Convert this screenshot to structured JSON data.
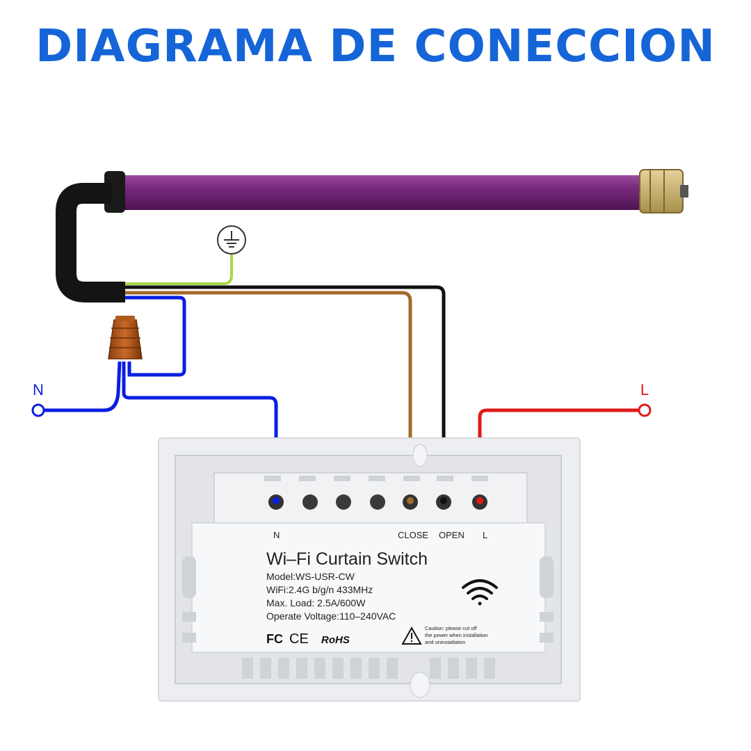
{
  "title": "DIAGRAMA DE CONECCION",
  "colors": {
    "title": "#1565d8",
    "neutral_wire": "#0a1fe0",
    "line_wire": "#e01a1a",
    "close_wire": "#a46a2a",
    "open_wire": "#111111",
    "earth_wire": "#a8d84a",
    "motor_tube": "#7a2a7e",
    "switch_body": "#e9ebee"
  },
  "terminals": {
    "neutral": "N",
    "line": "L"
  },
  "switch": {
    "terminal_labels": {
      "n": "N",
      "close": "CLOSE",
      "open": "OPEN",
      "l": "L"
    },
    "name": "Wi–Fi Curtain Switch",
    "specs": [
      "Model:WS-USR-CW",
      "WiFi:2.4G b/g/n 433MHz",
      "Max. Load: 2.5A/600W",
      "Operate Voltage:110–240VAC"
    ],
    "certifications": {
      "fc": "FC",
      "ce": "CE",
      "rohs": "RoHS"
    },
    "caution": [
      "Caution: please cut off",
      "the power when installation",
      "and uninstallation"
    ]
  },
  "icons": [
    "earth-ground-icon",
    "wifi-icon",
    "warning-triangle-icon",
    "wire-nut-connector"
  ]
}
